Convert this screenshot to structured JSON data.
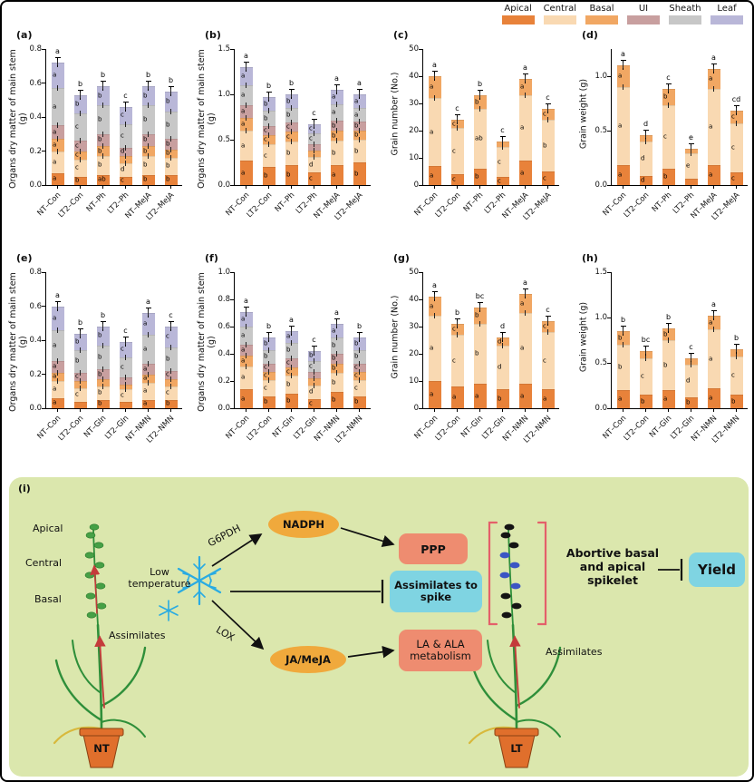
{
  "legend": {
    "items": [
      {
        "label": "Apical",
        "color": "#e8823a"
      },
      {
        "label": "Central",
        "color": "#f9d9b2"
      },
      {
        "label": "Basal",
        "color": "#f1a763"
      },
      {
        "label": "UI",
        "color": "#c89f9f"
      },
      {
        "label": "Sheath",
        "color": "#c7c7c7"
      },
      {
        "label": "Leaf",
        "color": "#b9b7d8"
      }
    ]
  },
  "chart_data": [
    {
      "id": "a",
      "panel_label": "(a)",
      "type": "stacked-bar",
      "ylabel": "Organs dry matter of main stem (g)",
      "ymax": 0.8,
      "yticks": [
        "0.0",
        "0.2",
        "0.4",
        "0.6",
        "0.8"
      ],
      "categories": [
        "NT–Con",
        "LT2–Con",
        "NT–Ph",
        "LT2–Ph",
        "NT–MeJA",
        "LT2–MeJA"
      ],
      "series": [
        {
          "name": "Apical",
          "values": [
            0.07,
            0.05,
            0.06,
            0.05,
            0.06,
            0.06
          ]
        },
        {
          "name": "Central",
          "values": [
            0.13,
            0.1,
            0.11,
            0.08,
            0.11,
            0.1
          ]
        },
        {
          "name": "Basal",
          "values": [
            0.07,
            0.05,
            0.06,
            0.04,
            0.06,
            0.05
          ]
        },
        {
          "name": "UI",
          "values": [
            0.08,
            0.06,
            0.07,
            0.05,
            0.07,
            0.06
          ]
        },
        {
          "name": "Sheath",
          "values": [
            0.22,
            0.16,
            0.17,
            0.14,
            0.17,
            0.16
          ]
        },
        {
          "name": "Leaf",
          "values": [
            0.15,
            0.11,
            0.11,
            0.1,
            0.11,
            0.12
          ]
        }
      ],
      "sig_letters_top": [
        "a",
        "b",
        "b",
        "c",
        "b",
        "b"
      ],
      "segment_letters": [
        [
          "a",
          "a",
          "a",
          "a",
          "a",
          "a"
        ],
        [
          "b",
          "c",
          "c",
          "c",
          "c",
          "b"
        ],
        [
          "ab",
          "b",
          "b",
          "b",
          "b",
          "b"
        ],
        [
          "c",
          "d",
          "c",
          "d",
          "c",
          "c"
        ],
        [
          "b",
          "b",
          "b",
          "b",
          "b",
          "b"
        ],
        [
          "b",
          "b",
          "b",
          "b",
          "b",
          "b"
        ]
      ]
    },
    {
      "id": "b",
      "panel_label": "(b)",
      "type": "stacked-bar",
      "ylabel": "Organs dry matter of main stem (g)",
      "ymax": 1.5,
      "yticks": [
        "0.0",
        "0.5",
        "1.0",
        "1.5"
      ],
      "categories": [
        "NT–Con",
        "LT2–Con",
        "NT–Ph",
        "LT2–Ph",
        "NT–MeJA",
        "LT2–MeJA"
      ],
      "series": [
        {
          "name": "Apical",
          "values": [
            0.27,
            0.2,
            0.22,
            0.14,
            0.22,
            0.25
          ]
        },
        {
          "name": "Central",
          "values": [
            0.33,
            0.25,
            0.26,
            0.17,
            0.27,
            0.25
          ]
        },
        {
          "name": "Basal",
          "values": [
            0.14,
            0.1,
            0.11,
            0.07,
            0.11,
            0.1
          ]
        },
        {
          "name": "UI",
          "values": [
            0.14,
            0.1,
            0.1,
            0.07,
            0.11,
            0.1
          ]
        },
        {
          "name": "Sheath",
          "values": [
            0.22,
            0.17,
            0.16,
            0.12,
            0.18,
            0.15
          ]
        },
        {
          "name": "Leaf",
          "values": [
            0.2,
            0.15,
            0.15,
            0.1,
            0.16,
            0.15
          ]
        }
      ],
      "sig_letters_top": [
        "a",
        "b",
        "b",
        "c",
        "a",
        "a"
      ],
      "segment_letters": [
        [
          "a",
          "a",
          "a",
          "a",
          "a",
          "a"
        ],
        [
          "b",
          "c",
          "c",
          "c",
          "b",
          "b"
        ],
        [
          "b",
          "b",
          "c",
          "c",
          "b",
          "b"
        ],
        [
          "c",
          "d",
          "e",
          "d",
          "c",
          "c"
        ],
        [
          "a",
          "b",
          "b",
          "b",
          "a",
          "a"
        ],
        [
          "b",
          "b",
          "b",
          "b",
          "a",
          "a"
        ]
      ]
    },
    {
      "id": "c",
      "panel_label": "(c)",
      "type": "stacked-bar",
      "ylabel": "Grain number (No.)",
      "ymax": 50,
      "yticks": [
        "0",
        "10",
        "20",
        "30",
        "40",
        "50"
      ],
      "categories": [
        "NT–Con",
        "LT2–Con",
        "NT–Ph",
        "LT2–Ph",
        "NT–MeJA",
        "LT2–MeJA"
      ],
      "series": [
        {
          "name": "Apical",
          "values": [
            7,
            4,
            6,
            3,
            9,
            5
          ]
        },
        {
          "name": "Central",
          "values": [
            25,
            17,
            22,
            11,
            24,
            19
          ]
        },
        {
          "name": "Basal",
          "values": [
            8,
            3,
            5,
            2,
            6,
            4
          ]
        }
      ],
      "sig_letters_top": [
        "a",
        "c",
        "b",
        "c",
        "a",
        "c"
      ],
      "segment_letters": [
        [
          "a",
          "a",
          "a"
        ],
        [
          "c",
          "c",
          "c"
        ],
        [
          "b",
          "ab",
          "b"
        ],
        [
          "c",
          "c",
          "c"
        ],
        [
          "a",
          "a",
          "a"
        ],
        [
          "c",
          "b",
          "c"
        ]
      ]
    },
    {
      "id": "d",
      "panel_label": "(d)",
      "type": "stacked-bar",
      "ylabel": "Grain weight (g)",
      "ymax": 1.25,
      "yticks": [
        "0.0",
        "0.5",
        "1.0"
      ],
      "categories": [
        "NT–Con",
        "LT2–Con",
        "NT–Ph",
        "LT2–Ph",
        "NT–MeJA",
        "LT2–MeJA"
      ],
      "series": [
        {
          "name": "Apical",
          "values": [
            0.18,
            0.08,
            0.15,
            0.06,
            0.18,
            0.12
          ]
        },
        {
          "name": "Central",
          "values": [
            0.72,
            0.32,
            0.58,
            0.23,
            0.7,
            0.45
          ]
        },
        {
          "name": "Basal",
          "values": [
            0.2,
            0.06,
            0.15,
            0.04,
            0.19,
            0.11
          ]
        }
      ],
      "sig_letters_top": [
        "a",
        "d",
        "c",
        "e",
        "a",
        "cd"
      ],
      "segment_letters": [
        [
          "a",
          "a",
          "a"
        ],
        [
          "d",
          "d",
          "d"
        ],
        [
          "b",
          "c",
          "b"
        ],
        [
          "e",
          "e",
          "e"
        ],
        [
          "a",
          "a",
          "a"
        ],
        [
          "c",
          "c",
          "c"
        ]
      ]
    },
    {
      "id": "e",
      "panel_label": "(e)",
      "type": "stacked-bar",
      "ylabel": "Organs dry matter of main stem (g)",
      "ymax": 0.8,
      "yticks": [
        "0.0",
        "0.2",
        "0.4",
        "0.6",
        "0.8"
      ],
      "categories": [
        "NT–Con",
        "LT2–Con",
        "NT–Gln",
        "LT2–Gln",
        "NT–NMN",
        "LT2–NMN"
      ],
      "series": [
        {
          "name": "Apical",
          "values": [
            0.06,
            0.04,
            0.05,
            0.04,
            0.05,
            0.05
          ]
        },
        {
          "name": "Central",
          "values": [
            0.1,
            0.08,
            0.08,
            0.07,
            0.1,
            0.08
          ]
        },
        {
          "name": "Basal",
          "values": [
            0.05,
            0.04,
            0.04,
            0.03,
            0.05,
            0.04
          ]
        },
        {
          "name": "UI",
          "values": [
            0.07,
            0.05,
            0.06,
            0.04,
            0.06,
            0.05
          ]
        },
        {
          "name": "Sheath",
          "values": [
            0.18,
            0.13,
            0.14,
            0.12,
            0.17,
            0.14
          ]
        },
        {
          "name": "Leaf",
          "values": [
            0.14,
            0.1,
            0.11,
            0.09,
            0.13,
            0.12
          ]
        }
      ],
      "sig_letters_top": [
        "a",
        "b",
        "b",
        "c",
        "a",
        "c"
      ],
      "segment_letters": [
        [
          "a",
          "a",
          "a",
          "a",
          "a",
          "a"
        ],
        [
          "b",
          "c",
          "d",
          "c",
          "b",
          "b"
        ],
        [
          "b",
          "b",
          "b",
          "b",
          "b",
          "b"
        ],
        [
          "c",
          "c",
          "e",
          "d",
          "c",
          "c"
        ],
        [
          "a",
          "a",
          "a",
          "a",
          "a",
          "a"
        ],
        [
          "b",
          "c",
          "c",
          "c",
          "b",
          "c"
        ]
      ]
    },
    {
      "id": "f",
      "panel_label": "(f)",
      "type": "stacked-bar",
      "ylabel": "Organs dry matter of main stem (g)",
      "ymax": 1.0,
      "yticks": [
        "0.0",
        "0.2",
        "0.4",
        "0.6",
        "0.8",
        "1.0"
      ],
      "categories": [
        "NT–Con",
        "LT2–Con",
        "NT–Gln",
        "LT2–Gln",
        "NT–NMN",
        "LT2–NMN"
      ],
      "series": [
        {
          "name": "Apical",
          "values": [
            0.14,
            0.09,
            0.11,
            0.07,
            0.12,
            0.09
          ]
        },
        {
          "name": "Central",
          "values": [
            0.17,
            0.12,
            0.13,
            0.1,
            0.14,
            0.12
          ]
        },
        {
          "name": "Basal",
          "values": [
            0.08,
            0.06,
            0.06,
            0.05,
            0.07,
            0.06
          ]
        },
        {
          "name": "UI",
          "values": [
            0.08,
            0.06,
            0.07,
            0.05,
            0.07,
            0.06
          ]
        },
        {
          "name": "Sheath",
          "values": [
            0.13,
            0.1,
            0.11,
            0.08,
            0.12,
            0.1
          ]
        },
        {
          "name": "Leaf",
          "values": [
            0.11,
            0.09,
            0.09,
            0.07,
            0.1,
            0.09
          ]
        }
      ],
      "sig_letters_top": [
        "a",
        "b",
        "a",
        "c",
        "a",
        "b"
      ],
      "segment_letters": [
        [
          "a",
          "a",
          "a",
          "a",
          "a",
          "a"
        ],
        [
          "b",
          "c",
          "c",
          "c",
          "b",
          "b"
        ],
        [
          "b",
          "b",
          "c",
          "c",
          "b",
          "a"
        ],
        [
          "c",
          "d",
          "d",
          "d",
          "c",
          "b"
        ],
        [
          "b",
          "b",
          "b",
          "b",
          "b",
          "a"
        ],
        [
          "b",
          "c",
          "c",
          "c",
          "b",
          "b"
        ]
      ]
    },
    {
      "id": "g",
      "panel_label": "(g)",
      "type": "stacked-bar",
      "ylabel": "Grain number (No.)",
      "ymax": 50,
      "yticks": [
        "0",
        "10",
        "20",
        "30",
        "40",
        "50"
      ],
      "categories": [
        "NT–Con",
        "LT2–Con",
        "NT–Gln",
        "LT2–Gln",
        "NT–NMN",
        "LT2–NMN"
      ],
      "series": [
        {
          "name": "Apical",
          "values": [
            10,
            8,
            9,
            7,
            9,
            7
          ]
        },
        {
          "name": "Central",
          "values": [
            24,
            19,
            22,
            16,
            26,
            21
          ]
        },
        {
          "name": "Basal",
          "values": [
            7,
            4,
            6,
            3,
            7,
            4
          ]
        }
      ],
      "sig_letters_top": [
        "a",
        "b",
        "bc",
        "d",
        "a",
        "c"
      ],
      "segment_letters": [
        [
          "a",
          "a",
          "a"
        ],
        [
          "a",
          "c",
          "c"
        ],
        [
          "a",
          "b",
          "b"
        ],
        [
          "b",
          "d",
          "d"
        ],
        [
          "a",
          "a",
          "a"
        ],
        [
          "a",
          "c",
          "c"
        ]
      ]
    },
    {
      "id": "h",
      "panel_label": "(h)",
      "type": "stacked-bar",
      "ylabel": "Grain weight (g)",
      "ymax": 1.5,
      "yticks": [
        "0.0",
        "0.5",
        "1.0",
        "1.5"
      ],
      "categories": [
        "NT–Con",
        "LT2–Con",
        "NT–Gln",
        "LT2–Gln",
        "NT–NMN",
        "LT2–NMN"
      ],
      "series": [
        {
          "name": "Apical",
          "values": [
            0.2,
            0.15,
            0.2,
            0.12,
            0.22,
            0.15
          ]
        },
        {
          "name": "Central",
          "values": [
            0.5,
            0.4,
            0.55,
            0.36,
            0.65,
            0.42
          ]
        },
        {
          "name": "Basal",
          "values": [
            0.15,
            0.08,
            0.13,
            0.07,
            0.15,
            0.08
          ]
        }
      ],
      "sig_letters_top": [
        "b",
        "bc",
        "b",
        "c",
        "a",
        "b"
      ],
      "segment_letters": [
        [
          "a",
          "b",
          "b"
        ],
        [
          "b",
          "c",
          "c"
        ],
        [
          "a",
          "b",
          "b"
        ],
        [
          "b",
          "d",
          "c"
        ],
        [
          "a",
          "a",
          "a"
        ],
        [
          "b",
          "c",
          "c"
        ]
      ]
    }
  ],
  "diagram": {
    "panel_label": "(i)",
    "background_color": "#dbe7ad",
    "low_temperature": "Low temperature",
    "enzymes": {
      "g6pdh": "G6PDH",
      "lox": "LOX"
    },
    "nodes": {
      "nadph": {
        "label": "NADPH",
        "color": "#f0a93c"
      },
      "ppp": {
        "label": "PPP",
        "color": "#ee8c70"
      },
      "assimilates_to_spike": {
        "label": "Assimilates to spike",
        "color": "#7fd4e2"
      },
      "ja_meja": {
        "label": "JA/MeJA",
        "color": "#f0a93c"
      },
      "la_ala": {
        "label": "LA & ALA metabolism",
        "color": "#ee8c70"
      },
      "yield": {
        "label": "Yield",
        "color": "#7fd4e2"
      }
    },
    "abortive_text": "Abortive basal and apical spikelet",
    "left_plant": {
      "labels": [
        "Apical",
        "Central",
        "Basal"
      ],
      "assimilates_label": "Assimilates",
      "pot_label": "NT"
    },
    "right_plant": {
      "assimilates_label": "Assimilates",
      "pot_label": "LT"
    }
  }
}
